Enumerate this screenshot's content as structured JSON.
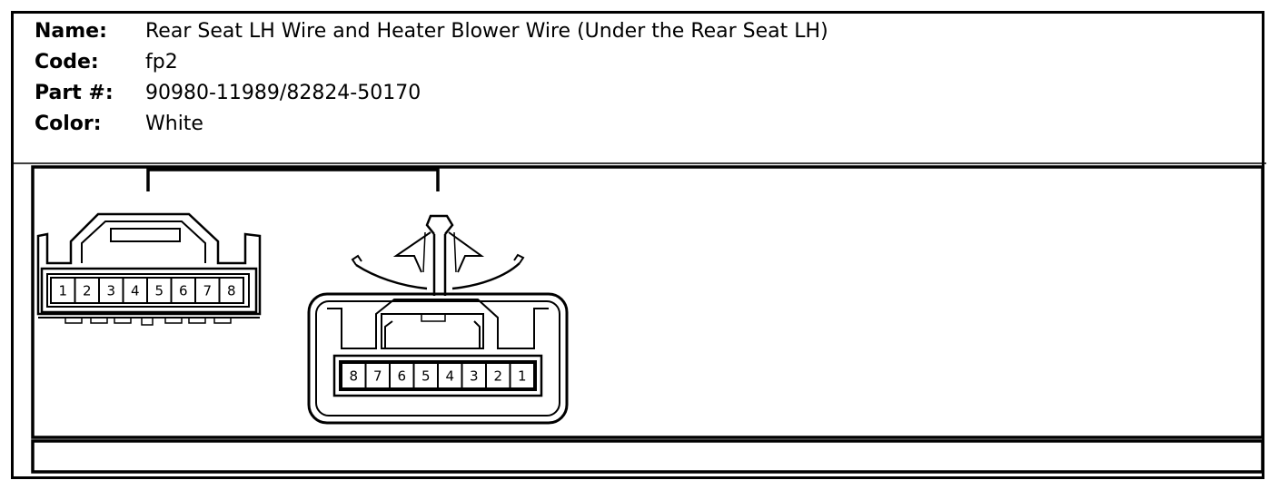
{
  "info": {
    "name_label": "Name:",
    "name_value": "Rear Seat LH Wire and Heater Blower Wire (Under the Rear Seat LH)",
    "code_label": "Code:",
    "code_value": "fp2",
    "part_label": "Part #:",
    "part_value": "90980-11989/82824-50170",
    "color_label": "Color:",
    "color_value": "White"
  },
  "left_connector": {
    "pins": [
      "1",
      "2",
      "3",
      "4",
      "5",
      "6",
      "7",
      "8"
    ]
  },
  "right_connector": {
    "pins": [
      "8",
      "7",
      "6",
      "5",
      "4",
      "3",
      "2",
      "1"
    ]
  }
}
